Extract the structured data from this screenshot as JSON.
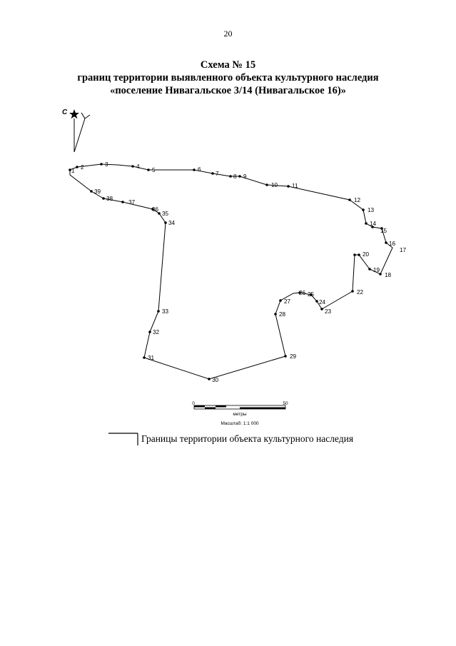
{
  "page_number": "20",
  "title": {
    "line1": "Схема № 15",
    "line2": "границ территории выявленного объекта культурного наследия",
    "line3": "«поселение Нивагальское 3/14 (Нивагальское 16)»"
  },
  "north_arrow": {
    "label": "С",
    "icon": "north-star-icon"
  },
  "boundary_points": [
    "1",
    "2",
    "3",
    "4",
    "5",
    "6",
    "7",
    "8",
    "9",
    "10",
    "11",
    "12",
    "13",
    "14",
    "15",
    "16",
    "17",
    "18",
    "19",
    "20",
    "22",
    "23",
    "24",
    "25",
    "26",
    "27",
    "28",
    "29",
    "30",
    "31",
    "32",
    "33",
    "34",
    "35",
    "36",
    "37",
    "38",
    "39"
  ],
  "scale": {
    "start": "0",
    "end": "50",
    "unit": "метры",
    "ratio": "Масштаб: 1:1 000"
  },
  "legend": {
    "label": "Границы территории объекта культурного наследия",
    "line_color": "#000000"
  }
}
